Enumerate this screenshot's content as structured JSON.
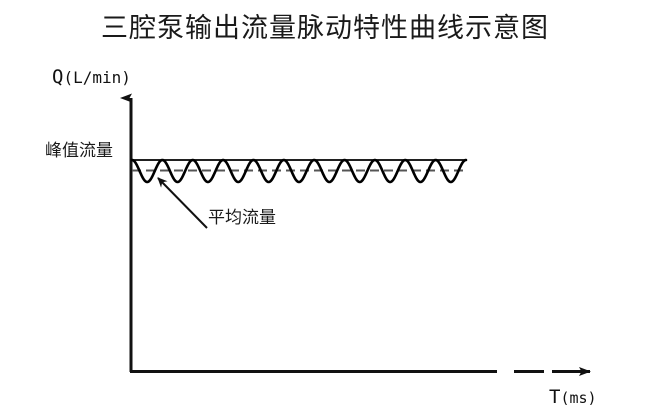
{
  "chart_data": {
    "type": "line",
    "title": "三腔泵输出流量脉动特性曲线示意图",
    "xlabel": "T",
    "xlabel_unit": "(ms)",
    "ylabel": "Q",
    "ylabel_unit": "(L/min)",
    "grid": false,
    "legend_position": "none",
    "axis_style": "arrowed-L-frame",
    "xlim": [
      0,
      100
    ],
    "ylim": [
      0,
      100
    ],
    "annotations": [
      {
        "name": "peak-flow",
        "text": "峰值流量",
        "target": "solid horizontal line at peak level",
        "y_value": 72,
        "leader": false
      },
      {
        "name": "mean-flow",
        "text": "平均流量",
        "target": "dashed horizontal line at mean level",
        "y_value": 67,
        "leader": true
      }
    ],
    "reference_lines": [
      {
        "name": "peak-flow-line",
        "style": "solid",
        "y_value": 72,
        "color": "#000000",
        "x_start": 0,
        "x_end": 75
      },
      {
        "name": "mean-flow-line",
        "style": "dashed",
        "y_value": 67,
        "color": "#555555",
        "x_start": 0,
        "x_end": 75
      }
    ],
    "series": [
      {
        "name": "三腔泵输出流量脉动",
        "waveform": "sinusoidal",
        "cycles": 11,
        "period_x": 6.82,
        "peak_y": 72,
        "trough_y": 61,
        "mean_y": 67,
        "amplitude": 5.5,
        "x_start": 0,
        "x_end": 75,
        "color": "#000000",
        "line_width": 2.6
      }
    ]
  },
  "chart": {
    "title": "三腔泵输出流量脉动特性曲线示意图",
    "y_axis": {
      "symbol": "Q",
      "unit": "(L/min)"
    },
    "x_axis": {
      "symbol": "T",
      "unit": "(ms)"
    },
    "labels": {
      "peak_flow": "峰值流量",
      "mean_flow": "平均流量"
    },
    "colors": {
      "axis": "#111111",
      "curve": "#000000",
      "peak_line": "#000000",
      "mean_line": "#555555",
      "background": "#ffffff",
      "text": "#1a1a1a"
    }
  }
}
